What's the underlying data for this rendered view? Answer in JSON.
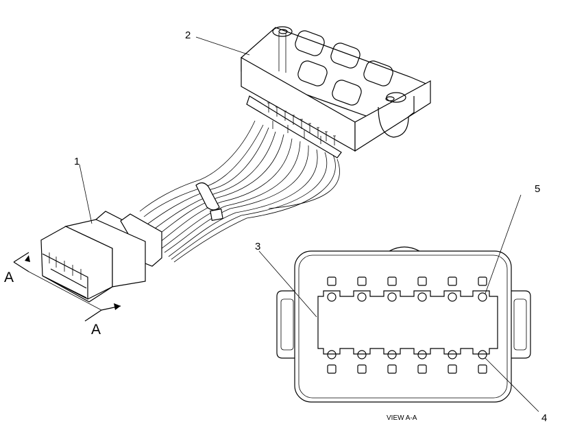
{
  "callouts": {
    "c1": "1",
    "c2": "2",
    "c3": "3",
    "c4": "4",
    "c5": "5"
  },
  "section_marks": {
    "upper": "A",
    "lower": "A"
  },
  "caption": "VIEW A-A",
  "colors": {
    "line": "#000000",
    "background": "#ffffff"
  }
}
